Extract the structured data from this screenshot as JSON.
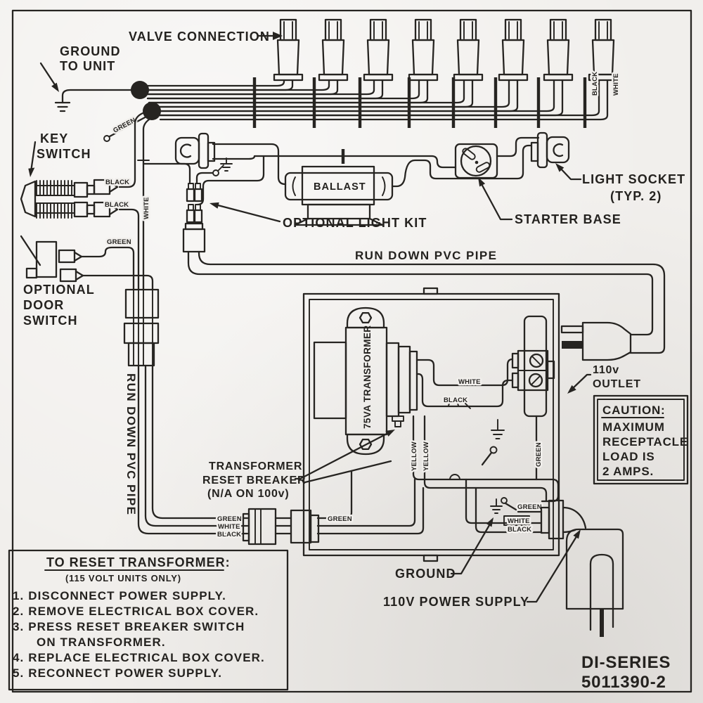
{
  "diagram": {
    "series": "DI-SERIES",
    "part_number": "5011390-2",
    "callouts": {
      "valve_connection": "VALVE CONNECTION",
      "ground_to_unit": [
        "GROUND",
        "TO UNIT"
      ],
      "key_switch": [
        "KEY",
        "SWITCH"
      ],
      "optional_door_switch": [
        "OPTIONAL",
        "DOOR",
        "SWITCH"
      ],
      "ballast": "BALLAST",
      "optional_light_kit": "OPTIONAL LIGHT KIT",
      "starter_base": "STARTER BASE",
      "light_socket": [
        "LIGHT SOCKET",
        "(TYP. 2)"
      ],
      "run_down_pvc_pipe": "RUN DOWN PVC PIPE",
      "transformer": "75VA TRANSFORMER",
      "outlet": [
        "110v",
        "OUTLET"
      ],
      "transformer_reset_breaker": [
        "TRANSFORMER",
        "RESET BREAKER",
        "(N/A ON 100v)"
      ],
      "ground": "GROUND",
      "power_supply": "110V POWER SUPPLY"
    },
    "wire_colors": {
      "black": "BLACK",
      "white": "WHITE",
      "green": "GREEN",
      "yellow": "YELLOW"
    },
    "caution": {
      "title": "CAUTION:",
      "lines": [
        "MAXIMUM",
        "RECEPTACLE",
        "LOAD IS",
        "2 AMPS."
      ]
    },
    "reset_instructions": {
      "title": "TO RESET TRANSFORMER:",
      "subtitle": "(115 VOLT UNITS ONLY)",
      "lines": [
        "1. DISCONNECT POWER SUPPLY.",
        "2. REMOVE ELECTRICAL BOX COVER.",
        "3. PRESS RESET BREAKER SWITCH",
        "ON TRANSFORMER.",
        "4. REPLACE ELECTRICAL BOX COVER.",
        "5. RECONNECT POWER SUPPLY."
      ]
    },
    "colors": {
      "ink": "#262421",
      "paper": "#f1efec"
    }
  }
}
